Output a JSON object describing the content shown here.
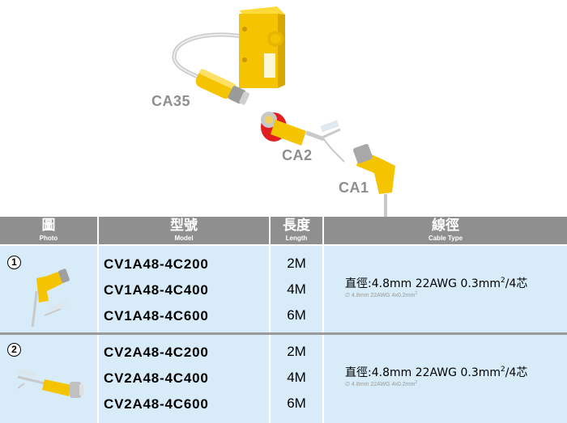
{
  "callouts": {
    "ca35": "CA35",
    "ca2": "CA2",
    "ca1": "CA1"
  },
  "table": {
    "headers": [
      {
        "zh": "圖",
        "en": "Photo"
      },
      {
        "zh": "型號",
        "en": "Model"
      },
      {
        "zh": "長度",
        "en": "Length"
      },
      {
        "zh": "線徑",
        "en": "Cable Type"
      }
    ],
    "rows": [
      {
        "number": "1",
        "models": [
          "CV1A48-4C200",
          "CV1A48-4C400",
          "CV1A48-4C600"
        ],
        "lengths": [
          "2M",
          "4M",
          "6M"
        ],
        "cable_main": "直徑:4.8mm  22AWG  0.3mm",
        "cable_main_sup": "2",
        "cable_main_suffix": "/4芯",
        "cable_sub": "∅ 4.8mm 22AWG 4x0.2mm",
        "cable_sub_sup": "2"
      },
      {
        "number": "2",
        "models": [
          "CV2A48-4C200",
          "CV2A48-4C400",
          "CV2A48-4C600"
        ],
        "lengths": [
          "2M",
          "4M",
          "6M"
        ],
        "cable_main": "直徑:4.8mm  22AWG  0.3mm",
        "cable_main_sup": "2",
        "cable_main_suffix": "/4芯",
        "cable_sub": "∅ 4.8mm 22AWG 4x0.2mm",
        "cable_sub_sup": "2"
      }
    ]
  },
  "colors": {
    "header_bg": "#8f8f8f",
    "cell_bg": "#d7ecf8",
    "connector_yellow": "#f5c400",
    "callout_gray": "#8e8e8e"
  }
}
